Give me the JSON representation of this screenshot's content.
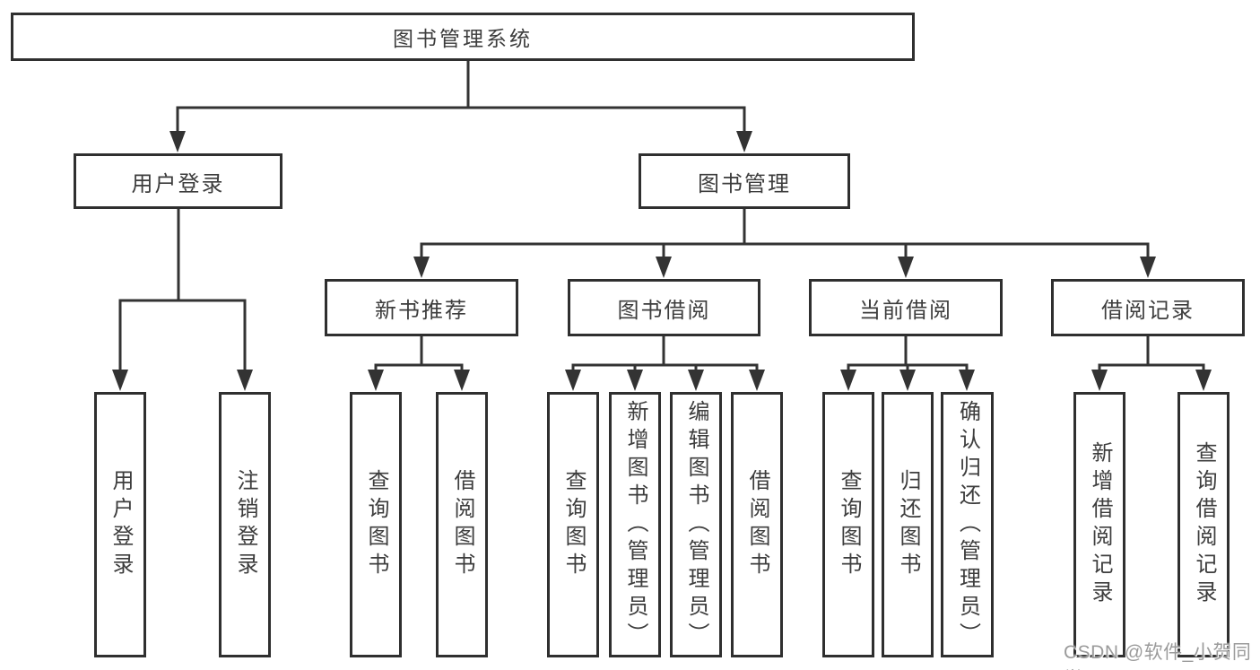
{
  "diagram": {
    "title": "图书管理系统",
    "level2": [
      {
        "label": "用户登录"
      },
      {
        "label": "图书管理"
      }
    ],
    "level3": [
      {
        "label": "新书推荐"
      },
      {
        "label": "图书借阅"
      },
      {
        "label": "当前借阅"
      },
      {
        "label": "借阅记录"
      }
    ],
    "leaves": {
      "user_login": [
        "用户登录",
        "注销登录"
      ],
      "new_books": [
        "查询图书",
        "借阅图书"
      ],
      "book_borrowing": [
        "查询图书",
        "新增图书（管理员）",
        "编辑图书（管理员）",
        "借阅图书"
      ],
      "current_borrowing": [
        "查询图书",
        "归还图书",
        "确认归还（管理员）"
      ],
      "borrowing_records": [
        "新增借阅记录",
        "查询借阅记录"
      ]
    }
  },
  "watermark": {
    "text": "CSDN @软件_小贺同学",
    "color": "#9b9b9b"
  },
  "colors": {
    "line": "#333333",
    "text": "#3d3d3d",
    "background": "#ffffff"
  }
}
